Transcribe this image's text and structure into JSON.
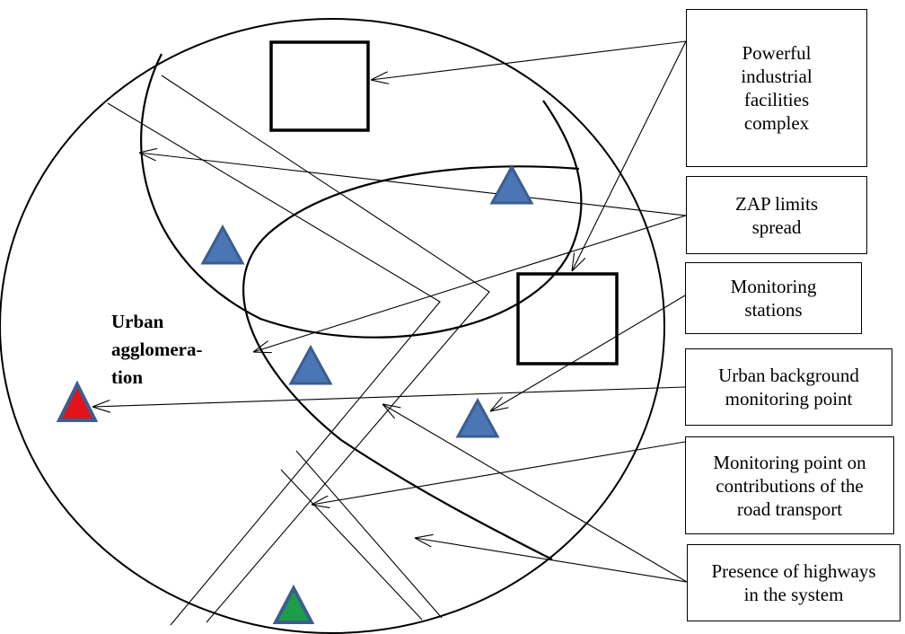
{
  "labels": {
    "facilities": "Powerful\nindustrial\nfacilities\ncomplex",
    "zap": "ZAP limits\nspread",
    "stations": "Monitoring\nstations",
    "background_point": "Urban background\nmonitoring point",
    "road_point": "Monitoring point on\ncontributions of the\nroad transport",
    "highways": "Presence of highways\nin the system",
    "agglomeration": "Urban\nagglomera-\ntion"
  },
  "colors": {
    "station_fill": "#4a76b5",
    "station_stroke": "#3b5e8f",
    "background_point_fill": "#e3121b",
    "road_point_fill": "#1c9e48",
    "line": "#000000"
  }
}
